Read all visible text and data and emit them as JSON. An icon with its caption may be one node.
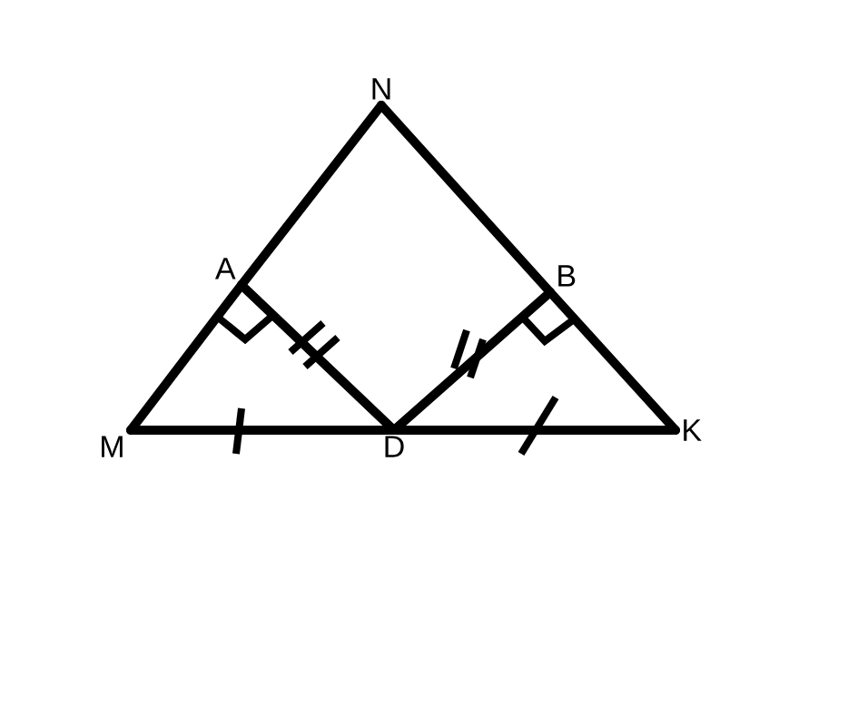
{
  "diagram": {
    "nodes": [
      {
        "text": [
          "N"
        ]
      },
      {
        "text": [
          "A"
        ]
      },
      {
        "text": [
          "B"
        ]
      },
      {
        "text": [
          "M"
        ]
      },
      {
        "text": [
          "D"
        ]
      },
      {
        "text": [
          "K"
        ]
      }
    ],
    "edges": [
      {
        "from": 3,
        "to": 1,
        "arrow": "none"
      },
      {
        "from": 1,
        "to": 0,
        "arrow": "none"
      },
      {
        "from": 0,
        "to": 2,
        "arrow": "none"
      },
      {
        "from": 2,
        "to": 5,
        "arrow": "none"
      },
      {
        "from": 3,
        "to": 4,
        "arrow": "none"
      },
      {
        "from": 4,
        "to": 5,
        "arrow": "none"
      },
      {
        "from": 1,
        "to": 4,
        "arrow": "none"
      },
      {
        "from": 4,
        "to": 2,
        "arrow": "none"
      }
    ]
  }
}
